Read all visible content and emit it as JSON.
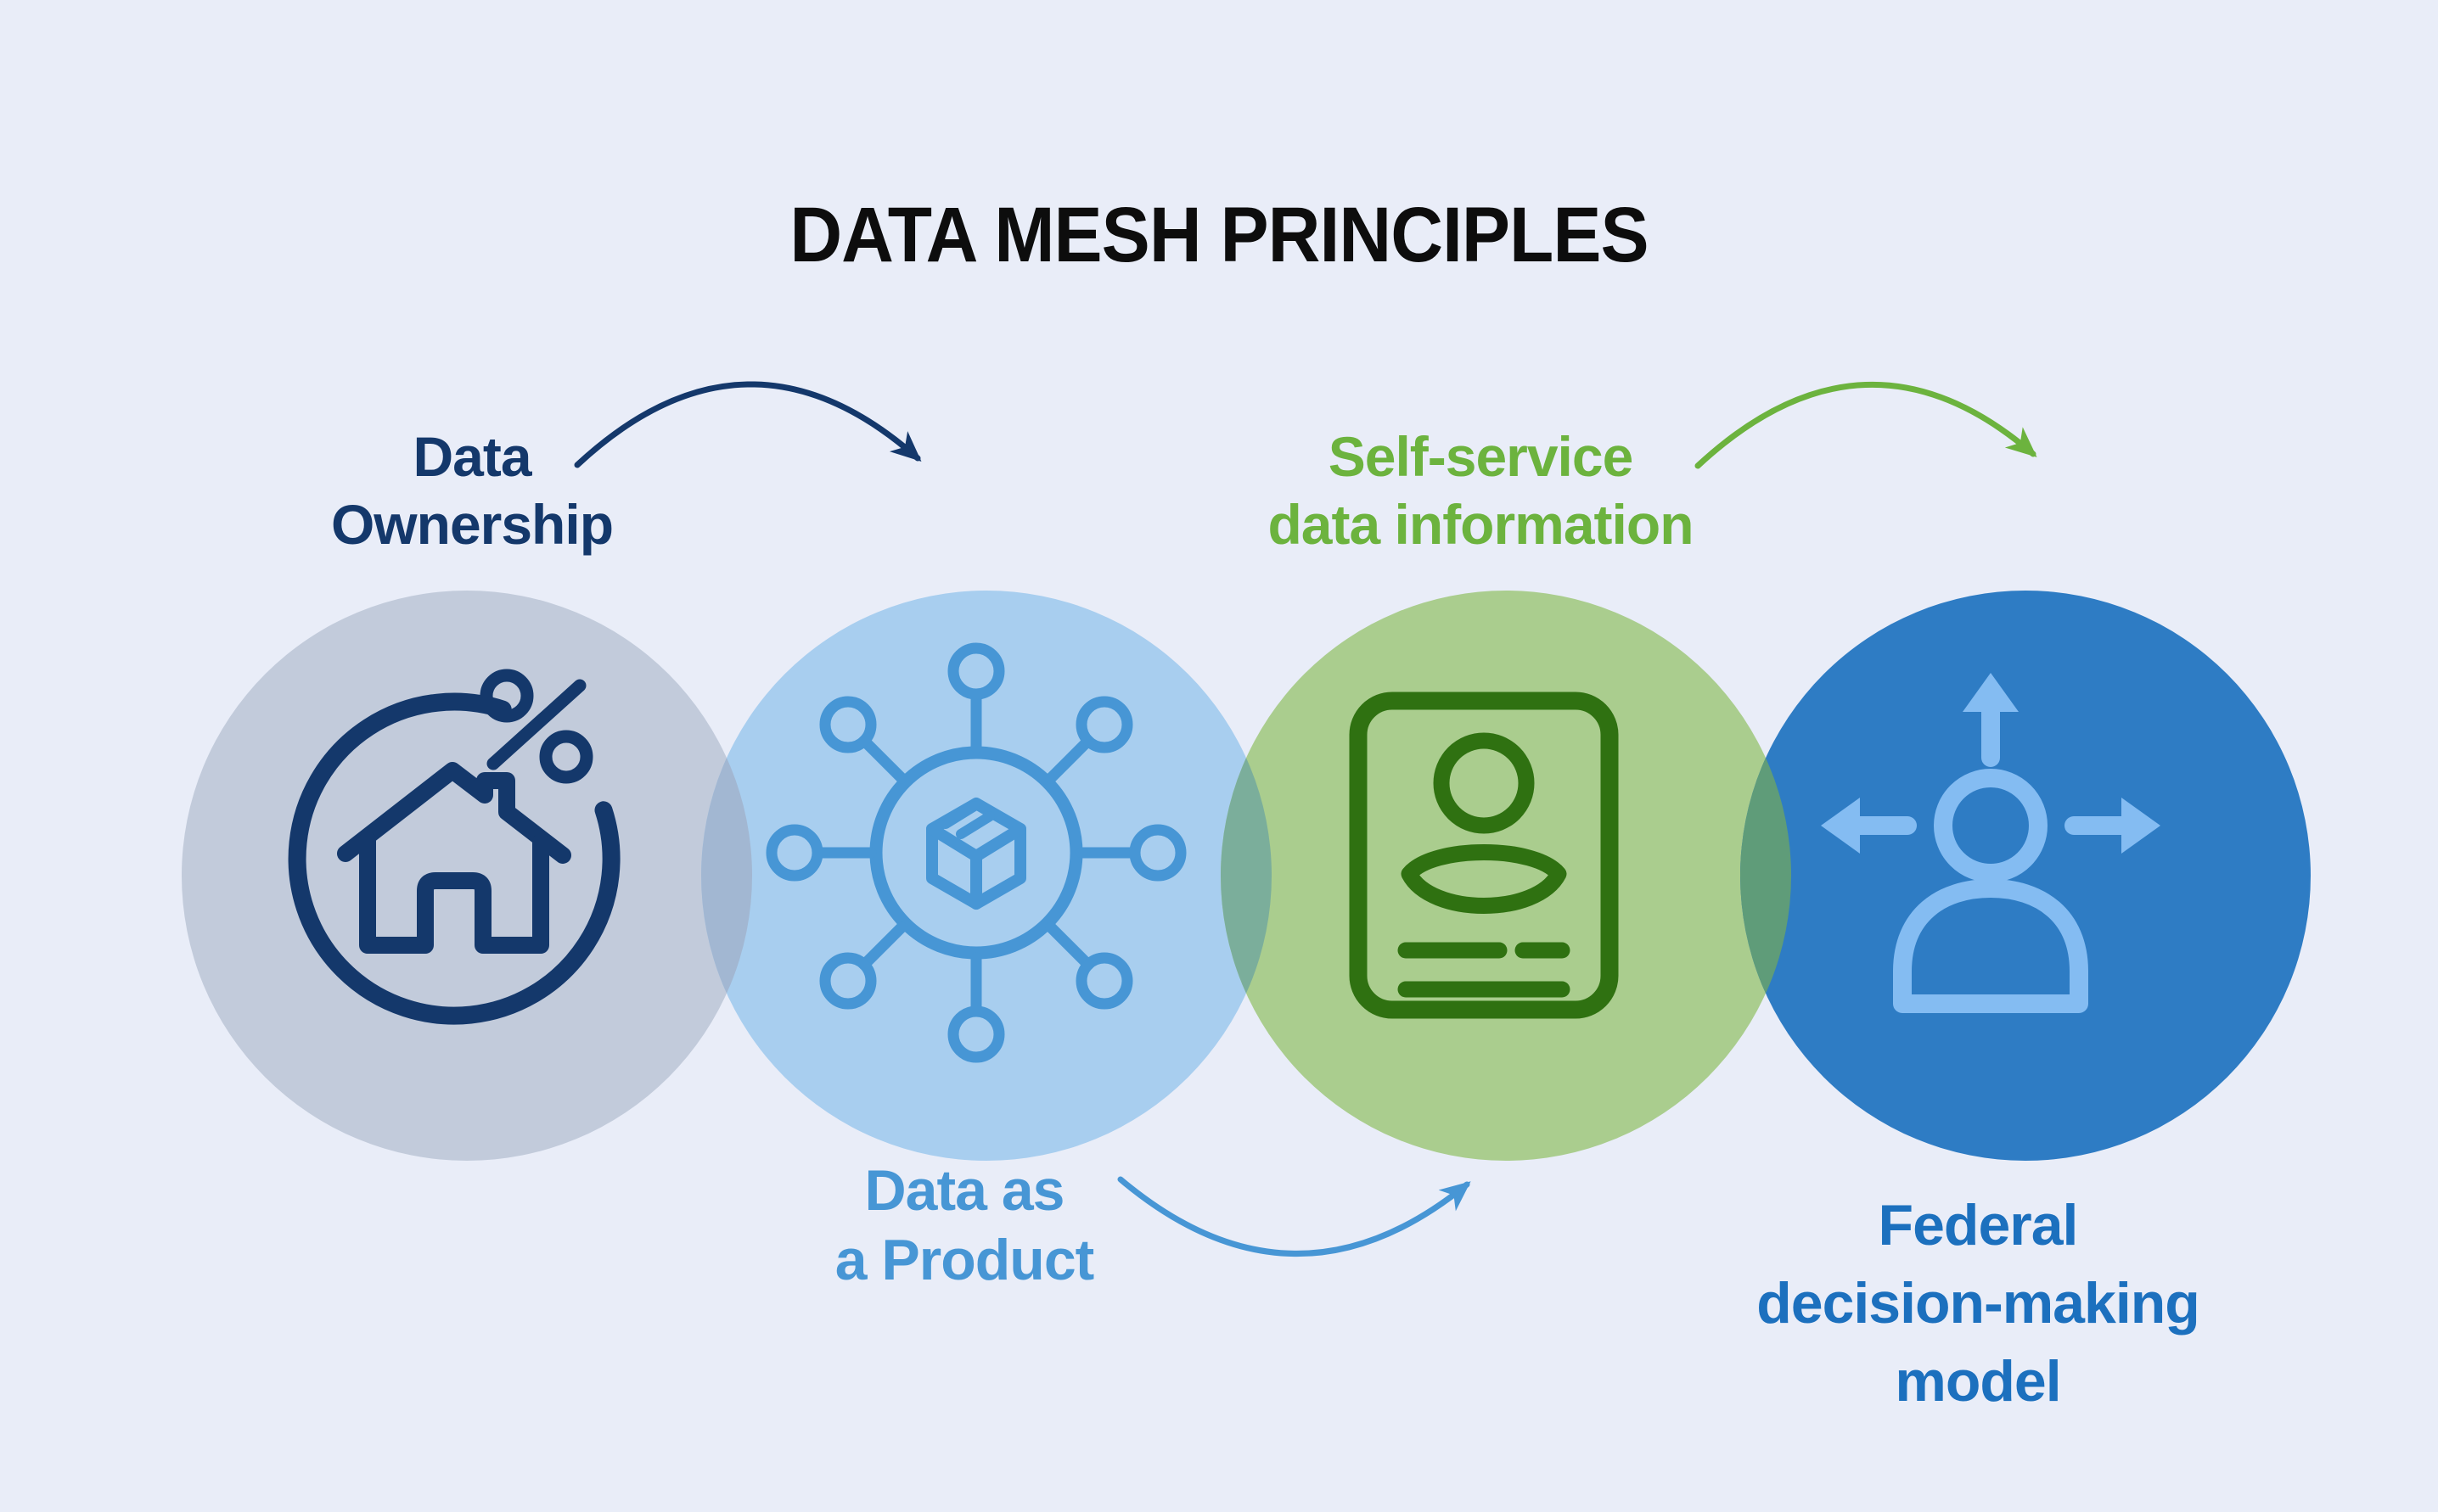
{
  "title": "DATA MESH PRINCIPLES",
  "colors": {
    "bg": "#E9EDF8",
    "title_text": "#0D0D0D",
    "navy": "#14386B",
    "mid_blue": "#4796D5",
    "green": "#6CB33E",
    "dark_green": "#2F7111",
    "blue_text": "#1C70BE",
    "circle_gray": "#C2CBDB",
    "circle_lightblue": "#A8CEEF",
    "circle_green": "#AACD8E",
    "circle_blue": "#2E7CC4",
    "overlap_gray_blue": "#A2B7D2",
    "overlap_blue_green": "#7BAE9B",
    "overlap_green_blue": "#5F9C79",
    "icon_lightblue": "#84BCF2"
  },
  "principles": [
    {
      "name": "Data Ownership",
      "lines": [
        "Data",
        "Ownership"
      ],
      "icon": "house-percent-icon"
    },
    {
      "name": "Data as a Product",
      "lines": [
        "Data as",
        "a Product"
      ],
      "icon": "cube-network-icon"
    },
    {
      "name": "Self-service data information",
      "lines": [
        "Self-service",
        "data information"
      ],
      "icon": "id-card-icon"
    },
    {
      "name": "Federal decision-making model",
      "lines": [
        "Federal",
        "decision-making",
        "model"
      ],
      "icon": "person-arrows-icon"
    }
  ]
}
